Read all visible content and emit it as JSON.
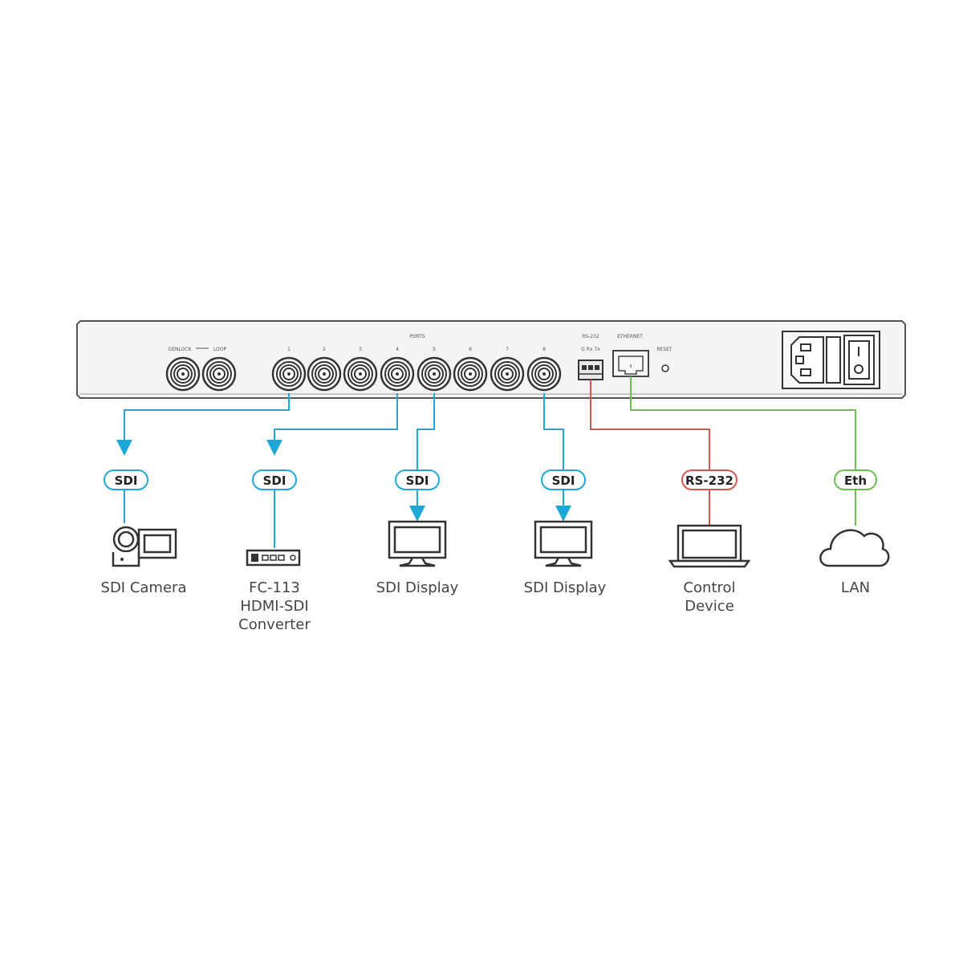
{
  "panel": {
    "genlock_label": "GENLOCK",
    "loop_label": "LOOP",
    "ports_label": "PORTS",
    "port_numbers": [
      "1",
      "2",
      "3",
      "4",
      "5",
      "6",
      "7",
      "8"
    ],
    "rs232_label": "RS-232",
    "rs232_pins": "G Rx Tx",
    "ethernet_label": "ETHERNET",
    "reset_label": "RESET"
  },
  "connections": [
    {
      "id": "sdi-camera",
      "signal": "SDI",
      "color": "#1ea8d8",
      "direction": "to-panel",
      "label": [
        "SDI Camera"
      ],
      "icon": "camera-icon"
    },
    {
      "id": "fc113",
      "signal": "SDI",
      "color": "#1ea8d8",
      "direction": "to-panel",
      "label": [
        "FC-113",
        "HDMI-SDI",
        "Converter"
      ],
      "icon": "converter-icon"
    },
    {
      "id": "sdi-display-1",
      "signal": "SDI",
      "color": "#1ea8d8",
      "direction": "from-panel",
      "label": [
        "SDI Display"
      ],
      "icon": "monitor-icon"
    },
    {
      "id": "sdi-display-2",
      "signal": "SDI",
      "color": "#1ea8d8",
      "direction": "from-panel",
      "label": [
        "SDI Display"
      ],
      "icon": "monitor-icon"
    },
    {
      "id": "control-device",
      "signal": "RS-232",
      "color": "#d9534f",
      "direction": "none",
      "label": [
        "Control",
        "Device"
      ],
      "icon": "laptop-icon"
    },
    {
      "id": "lan",
      "signal": "Eth",
      "color": "#6cbf4f",
      "direction": "none",
      "label": [
        "LAN"
      ],
      "icon": "cloud-icon"
    }
  ]
}
